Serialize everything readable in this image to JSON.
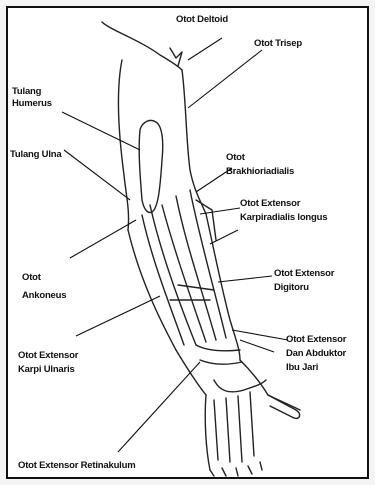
{
  "diagram": {
    "labels": {
      "deltoid": "Otot Deltoid",
      "trisep": "Otot Trisep",
      "humerus_1": "Tulang",
      "humerus_2": "Humerus",
      "ulna": "Tulang Ulna",
      "brakio_1": "Otot",
      "brakio_2": "Brakhioriadialis",
      "karpi_long_1": "Otot Extensor",
      "karpi_long_2": "Karpiradialis longus",
      "ankoneus_1": "Otot",
      "ankoneus_2": "Ankoneus",
      "digitoru_1": "Otot Extensor",
      "digitoru_2": "Digitoru",
      "karpi_ulnaris_1": "Otot Extensor",
      "karpi_ulnaris_2": "Karpi Ulnaris",
      "abduktor_1": "Otot Extensor",
      "abduktor_2": "Dan Abduktor",
      "abduktor_3": "Ibu Jari",
      "retinakulum": "Otot Extensor Retinakulum"
    }
  }
}
